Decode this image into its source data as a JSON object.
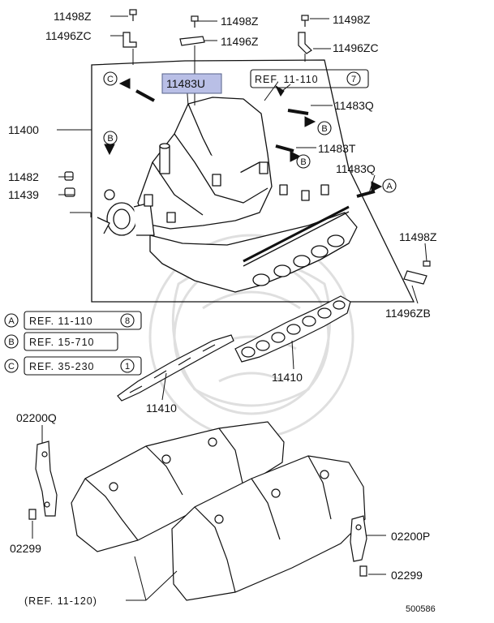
{
  "diagram": {
    "labels": {
      "l_11498z_a": "11498Z",
      "l_11496zc_a": "11496ZC",
      "l_11498z_b": "11498Z",
      "l_11496z": "11496Z",
      "l_11498z_c": "11498Z",
      "l_11496zc_b": "11496ZC",
      "l_11483u": "11483U",
      "l_11483q_a": "11483Q",
      "l_11483t": "11483T",
      "l_11483q_b": "11483Q",
      "l_11400": "11400",
      "l_11482": "11482",
      "l_11439": "11439",
      "l_11498z_d": "11498Z",
      "l_11496zb": "11496ZB",
      "l_11410_a": "11410",
      "l_11410_b": "11410",
      "l_02200q": "02200Q",
      "l_02299_a": "02299",
      "l_02200p": "02200P",
      "l_02299_b": "02299"
    },
    "refs": {
      "top_ref": "REF. 11-110",
      "top_ref_num": "7",
      "ref_a": "REF. 11-110",
      "ref_a_num": "8",
      "ref_b": "REF. 15-710",
      "ref_c": "REF. 35-230",
      "ref_c_num": "1",
      "ref_bottom": "(REF. 11-120)"
    },
    "markers": {
      "a": "A",
      "b": "B",
      "c": "C"
    },
    "diagram_id": "500586",
    "highlight_color": "#b9bfe6"
  }
}
